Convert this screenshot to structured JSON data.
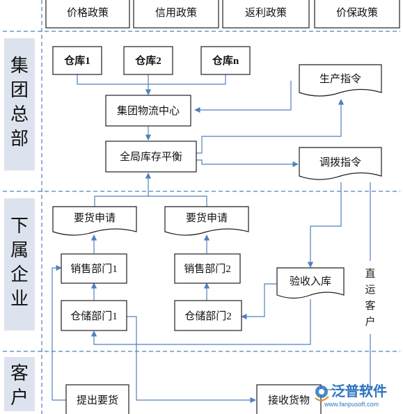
{
  "policies": [
    "价格政策",
    "信用政策",
    "返利政策",
    "价保政策"
  ],
  "sections": {
    "hq": [
      "集",
      "团",
      "总",
      "部"
    ],
    "sub": [
      "下",
      "属",
      "企",
      "业"
    ],
    "customer": [
      "客",
      "户"
    ]
  },
  "nodes": {
    "warehouse1": "仓库1",
    "warehouse2": "仓库2",
    "warehouse_n": "仓库n",
    "logistics_center": "集团物流中心",
    "global_balance": "全局库存平衡",
    "production_order": "生产指令",
    "transfer_order": "调拨指令",
    "request_left": "要货申请",
    "request_right": "要货申请",
    "sales_dept1": "销售部门1",
    "sales_dept2": "销售部门2",
    "storage_dept1": "仓储部门1",
    "storage_dept2": "仓储部门2",
    "receive_stock": "验收入库",
    "submit_request": "提出要货",
    "receive_goods": "接收货物"
  },
  "direct_ship": [
    "直",
    "运",
    "客",
    "户"
  ],
  "logo": {
    "name": "泛普软件",
    "url": "www.fanpusoft.com"
  },
  "colors": {
    "connector": "#4f81bd",
    "band": "#dde3ee",
    "border": "#1f1f1f"
  }
}
